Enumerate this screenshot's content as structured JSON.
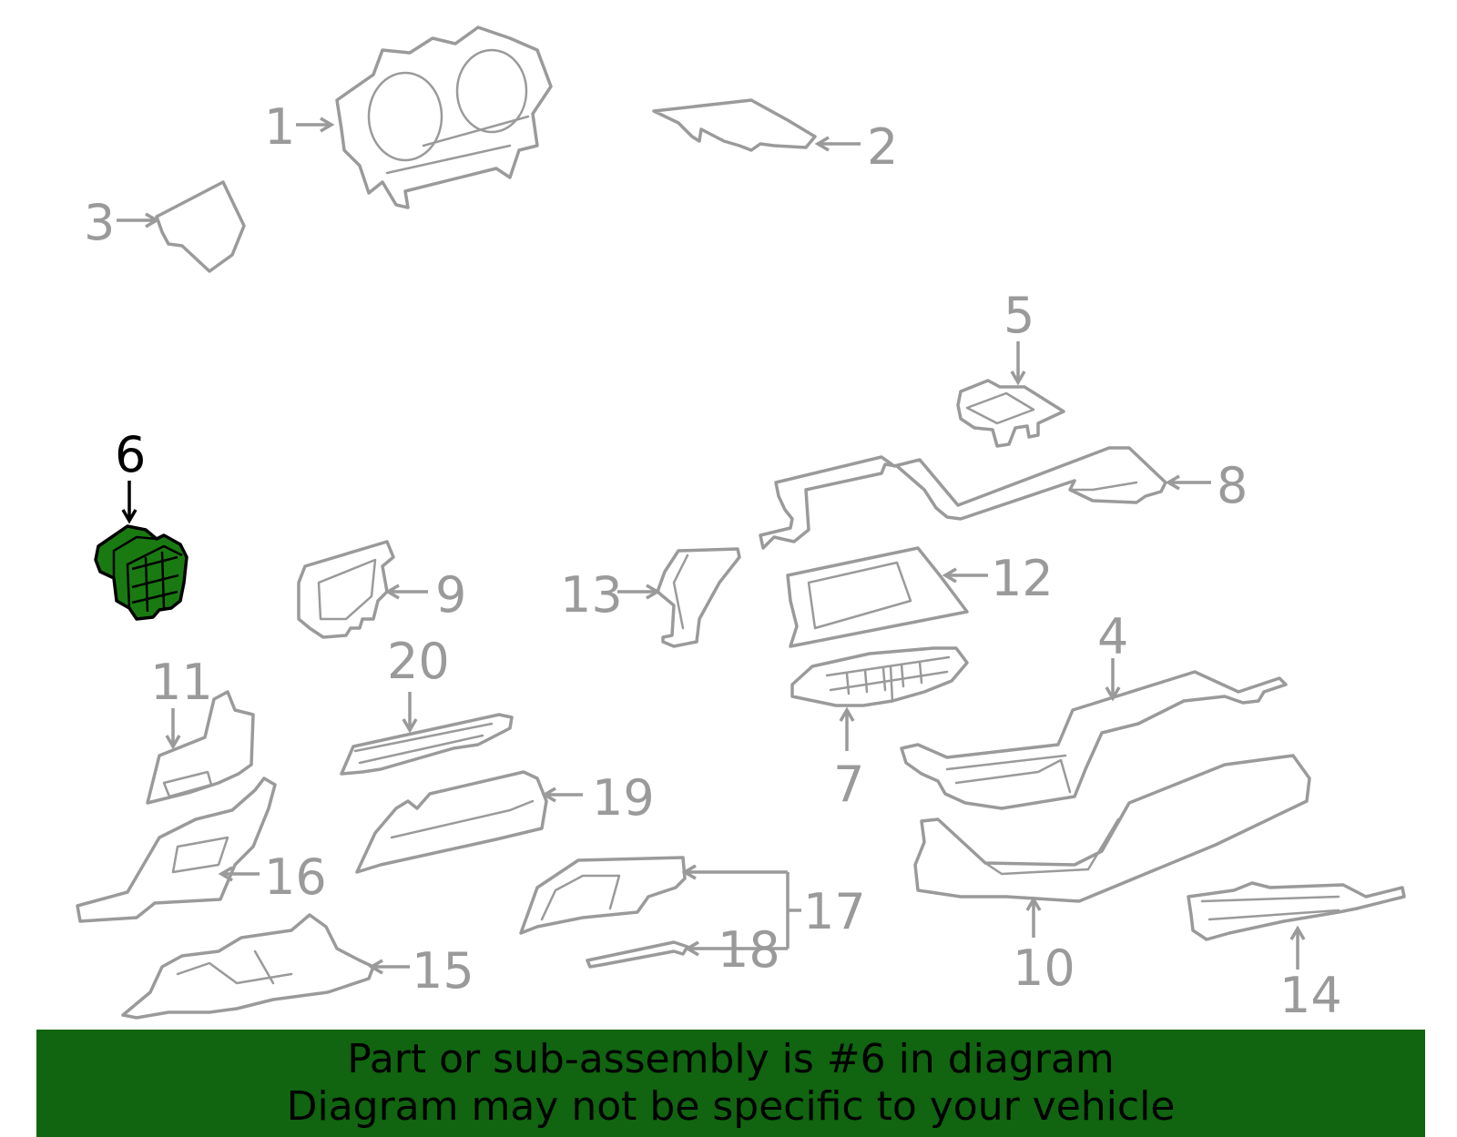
{
  "callouts": [
    {
      "id": "1",
      "label": "1"
    },
    {
      "id": "2",
      "label": "2"
    },
    {
      "id": "3",
      "label": "3"
    },
    {
      "id": "4",
      "label": "4"
    },
    {
      "id": "5",
      "label": "5"
    },
    {
      "id": "6",
      "label": "6",
      "highlighted": true
    },
    {
      "id": "7",
      "label": "7"
    },
    {
      "id": "8",
      "label": "8"
    },
    {
      "id": "9",
      "label": "9"
    },
    {
      "id": "10",
      "label": "10"
    },
    {
      "id": "11",
      "label": "11"
    },
    {
      "id": "12",
      "label": "12"
    },
    {
      "id": "13",
      "label": "13"
    },
    {
      "id": "14",
      "label": "14"
    },
    {
      "id": "15",
      "label": "15"
    },
    {
      "id": "16",
      "label": "16"
    },
    {
      "id": "17",
      "label": "17"
    },
    {
      "id": "18",
      "label": "18"
    },
    {
      "id": "19",
      "label": "19"
    },
    {
      "id": "20",
      "label": "20"
    }
  ],
  "highlighted_part": "6",
  "banner": {
    "line1": "Part or sub-assembly is #6 in diagram",
    "line2": "Diagram may not be specific to your vehicle",
    "background_color": "#116410"
  },
  "colors": {
    "part_outline": "#9a9a9a",
    "highlight_fill": "#1a7a12",
    "highlight_outline": "#000000"
  }
}
